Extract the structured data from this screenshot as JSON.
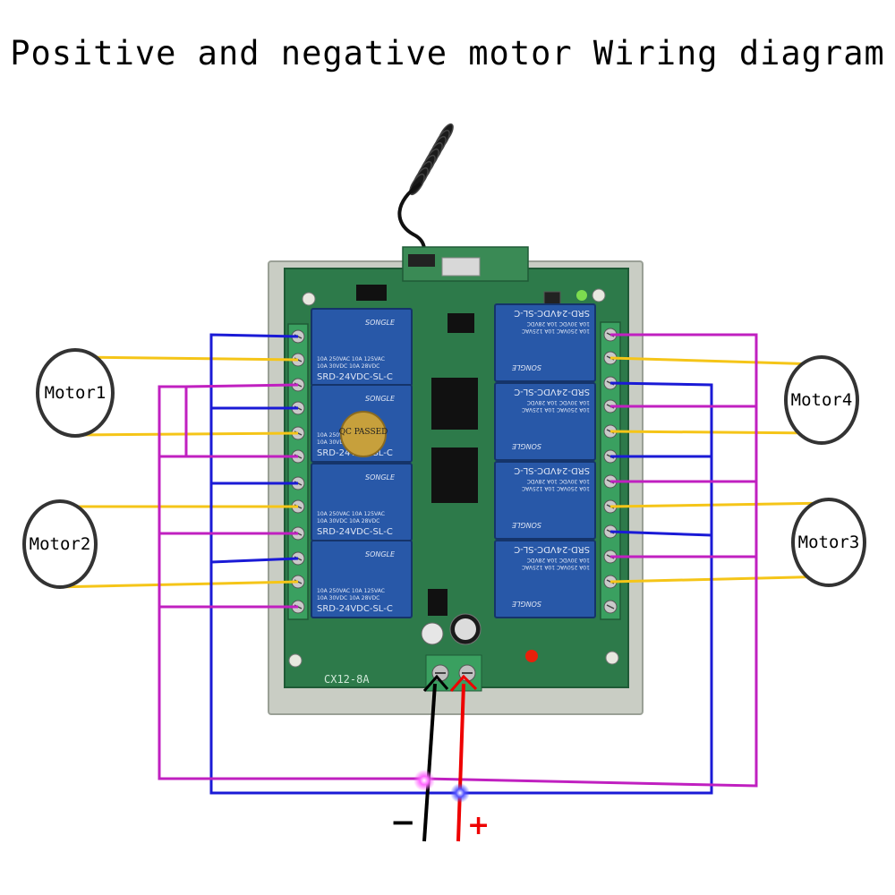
{
  "title": "Positive and negative motor Wiring diagram",
  "board": {
    "model_label": "CX12-8A",
    "relay_brand": "SONGLE",
    "relay_model": "SRD-24VDC-SL-C",
    "relay_rating_1": "10A 250VAC  10A 125VAC",
    "relay_rating_2": "10A 30VDC   10A 28VDC",
    "qc_sticker": "QC PASSED"
  },
  "motors": [
    {
      "label": "Motor1"
    },
    {
      "label": "Motor2"
    },
    {
      "label": "Motor3"
    },
    {
      "label": "Motor4"
    }
  ],
  "power": {
    "negative_label": "−",
    "positive_label": "+"
  },
  "colors": {
    "yellow_wire": "#f5c518",
    "blue_wire": "#1a1ad6",
    "magenta_wire": "#c020c0",
    "red_wire": "#ee0000",
    "black_wire": "#000000",
    "pcb_green": "#2d7a4a",
    "relay_blue": "#2858a8",
    "terminal_green": "#3aa060"
  }
}
